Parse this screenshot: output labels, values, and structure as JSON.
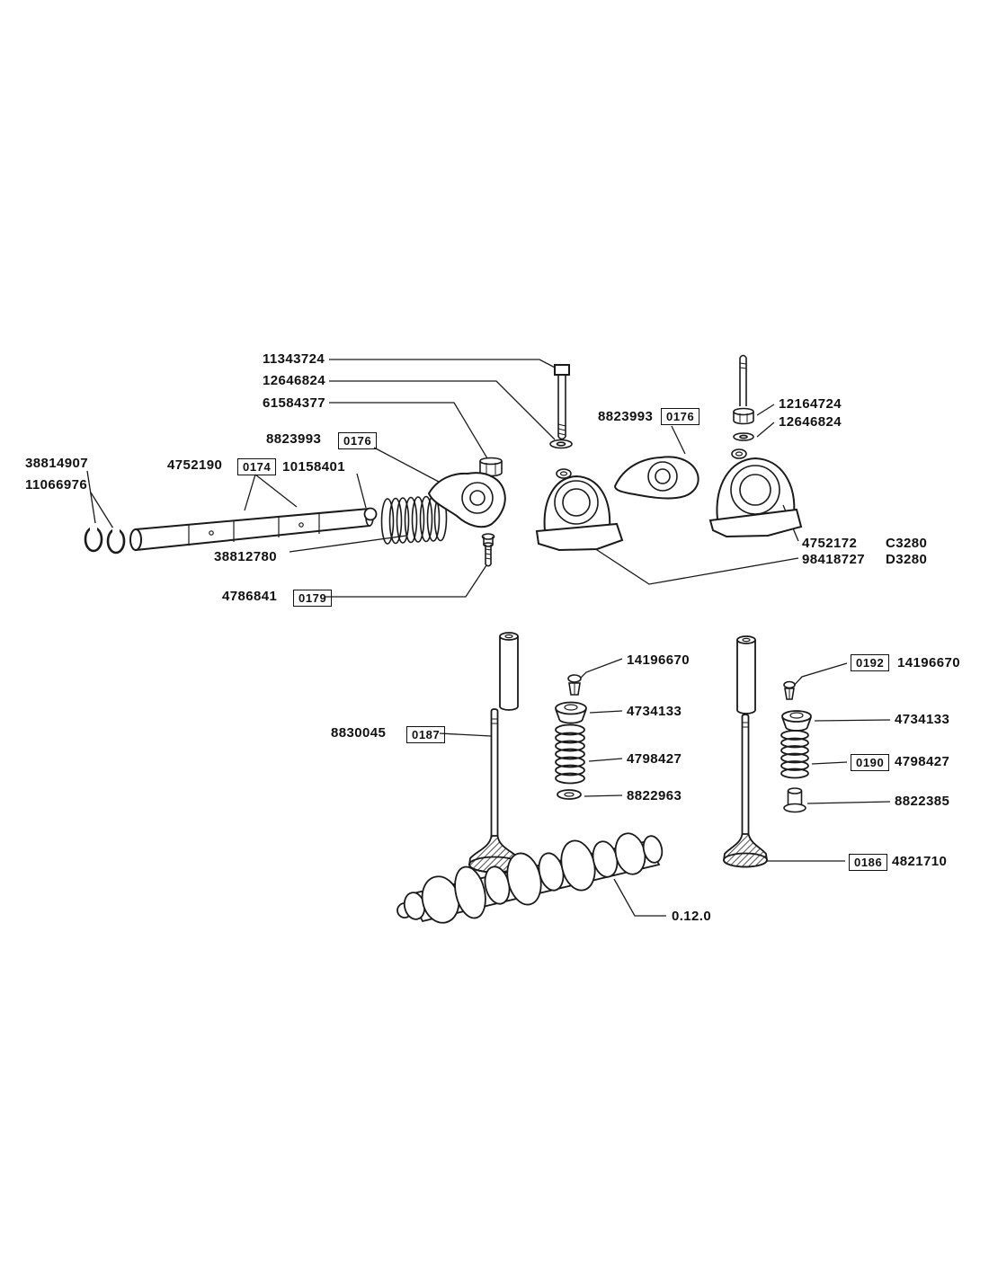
{
  "diagram": {
    "kind": "exploded-parts-diagram",
    "subject": "engine valve gear / rocker shaft and valves",
    "line_color": "#1a1a1a",
    "background": "#ffffff"
  },
  "labels": [
    {
      "text": "11343724"
    },
    {
      "text": "12646824"
    },
    {
      "text": "61584377"
    },
    {
      "text": "8823993"
    },
    {
      "text": "0176",
      "boxed": true
    },
    {
      "text": "38814907"
    },
    {
      "text": "4752190"
    },
    {
      "text": "0174",
      "boxed": true
    },
    {
      "text": "10158401"
    },
    {
      "text": "11066976"
    },
    {
      "text": "8823993"
    },
    {
      "text": "0176",
      "boxed": true
    },
    {
      "text": "12164724"
    },
    {
      "text": "12646824"
    },
    {
      "text": "38812780"
    },
    {
      "text": "4752172"
    },
    {
      "text": "C3280"
    },
    {
      "text": "98418727"
    },
    {
      "text": "D3280"
    },
    {
      "text": "4786841"
    },
    {
      "text": "0179",
      "boxed": true
    },
    {
      "text": "14196670"
    },
    {
      "text": "0192",
      "boxed": true
    },
    {
      "text": "14196670"
    },
    {
      "text": "4734133"
    },
    {
      "text": "4734133"
    },
    {
      "text": "8830045"
    },
    {
      "text": "0187",
      "boxed": true
    },
    {
      "text": "4798427"
    },
    {
      "text": "0190",
      "boxed": true
    },
    {
      "text": "4798427"
    },
    {
      "text": "8822963"
    },
    {
      "text": "8822385"
    },
    {
      "text": "0186",
      "boxed": true
    },
    {
      "text": "4821710"
    },
    {
      "text": "0.12.0"
    }
  ]
}
